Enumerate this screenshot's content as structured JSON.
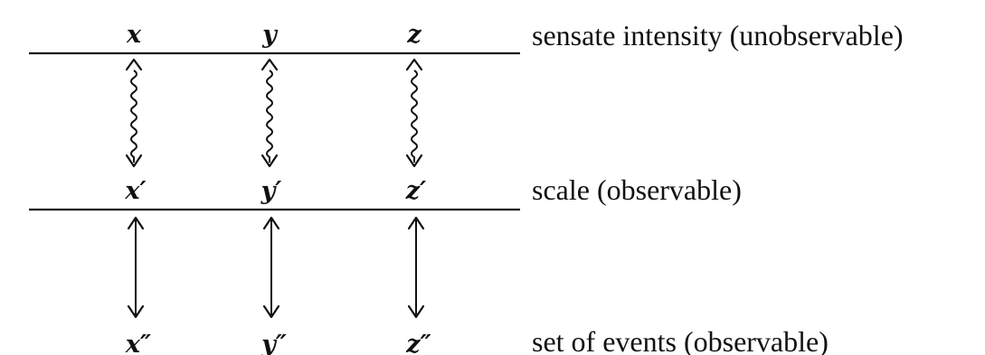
{
  "columns": [
    {
      "top": "x",
      "middle": "x′",
      "bottom": "x″"
    },
    {
      "top": "y",
      "middle": "y′",
      "bottom": "y″"
    },
    {
      "top": "z",
      "middle": "z′",
      "bottom": "z″"
    }
  ],
  "levels": {
    "top": "sensate intensity (unobservable)",
    "middle": "scale (observable)",
    "bottom": "set of events (observable)"
  },
  "links": {
    "upper": "wavy",
    "lower": "straight"
  }
}
